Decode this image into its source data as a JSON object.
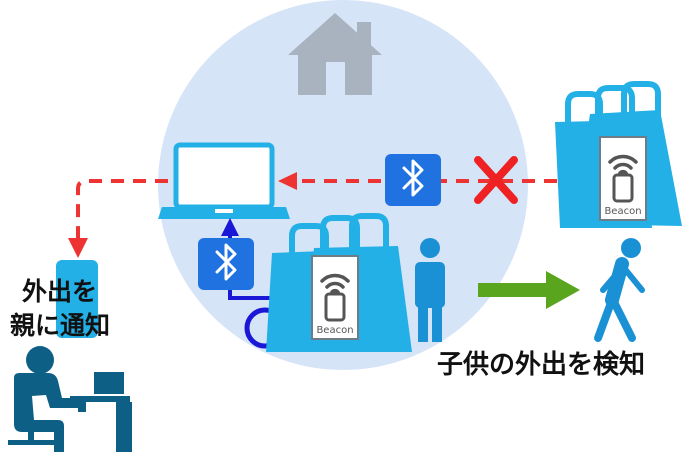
{
  "labels": {
    "notify_line1": "外出を",
    "notify_line2": "親に通知",
    "detect": "子供の外出を検知",
    "beacon_tag_inside": "Beacon",
    "beacon_tag_outside": "Beacon"
  },
  "icons": {
    "home": "house-icon",
    "laptop": "laptop-icon",
    "smartphone": "smartphone-icon",
    "bluetooth": "bluetooth-icon",
    "cross": "cross-icon",
    "child": "child-icon",
    "walking": "walking-person-icon",
    "parent": "parent-at-desk-icon",
    "bag": "shopping-bag-icon"
  },
  "colors": {
    "circle": "#d6e4f7",
    "bag": "#23b0e6",
    "bluetooth_bg": "#1f72e0",
    "dashed_arrow": "#ee3333",
    "cross": "#ee2222",
    "blue_link": "#1a17d6",
    "green_arrow": "#5aa51e",
    "person": "#1a91d4",
    "parent": "#0e5f86",
    "house": "#a9b2bf"
  }
}
